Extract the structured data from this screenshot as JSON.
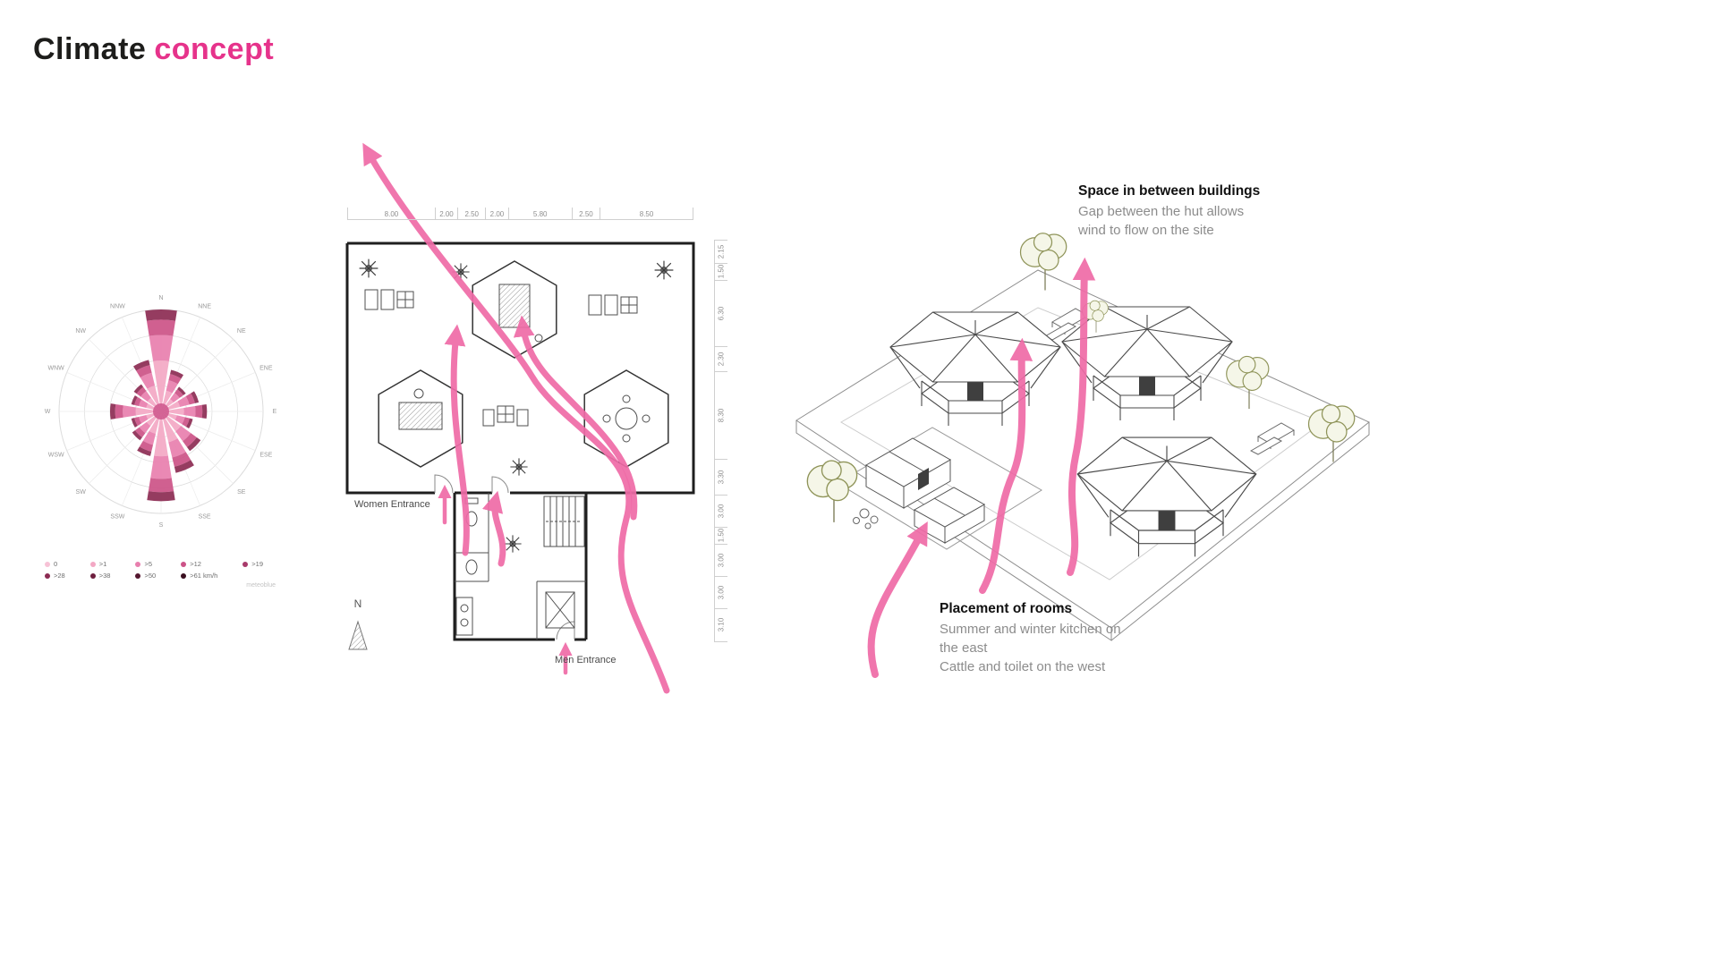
{
  "title": {
    "text_dark": "Climate",
    "text_accent": "concept"
  },
  "colors": {
    "title_pink": "#e6338b",
    "arrow_pink": "#ef6ba7",
    "petal_center": "#cf5a8e",
    "tree_olive": "#8f9459"
  },
  "wind_rose": {
    "directions": [
      "N",
      "NNE",
      "NE",
      "ENE",
      "E",
      "ESE",
      "SE",
      "SSE",
      "S",
      "SSW",
      "SW",
      "WSW",
      "W",
      "WNW",
      "NW",
      "NNW"
    ],
    "magnitudes": [
      1.0,
      0.42,
      0.3,
      0.38,
      0.45,
      0.32,
      0.48,
      0.62,
      0.88,
      0.45,
      0.35,
      0.3,
      0.5,
      0.3,
      0.33,
      0.52
    ],
    "petal_bands": [
      {
        "from": 0,
        "to": 0.5,
        "color": "#f3a8c4"
      },
      {
        "from": 0.5,
        "to": 0.75,
        "color": "#e87fae"
      },
      {
        "from": 0.75,
        "to": 0.9,
        "color": "#cc5287"
      },
      {
        "from": 0.9,
        "to": 1,
        "color": "#8c2b52"
      }
    ],
    "legend": [
      {
        "label": "0",
        "color": "#f7c2d6"
      },
      {
        "label": ">1",
        "color": "#f3a8c4"
      },
      {
        "label": ">5",
        "color": "#e87fae"
      },
      {
        "label": ">12",
        "color": "#cc5287"
      },
      {
        "label": ">19",
        "color": "#a83a6b"
      },
      {
        "label": ">28",
        "color": "#8c2b52"
      },
      {
        "label": ">38",
        "color": "#6e1f3e"
      },
      {
        "label": ">50",
        "color": "#54172f"
      },
      {
        "label": ">61 km/h",
        "color": "#3a0f20"
      }
    ],
    "credit": "meteoblue"
  },
  "floor_plan": {
    "top_dimensions": [
      "8.00",
      "2.00",
      "2.50",
      "2.00",
      "5.80",
      "2.50",
      "8.50"
    ],
    "right_dimensions": [
      "2.15",
      "1.50",
      "6.30",
      "2.30",
      "8.30",
      "3.30",
      "3.00",
      "1.50",
      "3.00",
      "3.00",
      "3.10"
    ],
    "women_entrance": "Women Entrance",
    "men_entrance": "Men Entrance",
    "north": "N"
  },
  "annotations": {
    "space_between": {
      "title": "Space in between buildings",
      "lines": [
        "Gap between the hut allows",
        "wind to flow on the site"
      ]
    },
    "placement": {
      "title": "Placement of rooms",
      "lines": [
        "Summer and winter kitchen on",
        "the east",
        "Cattle and toilet on the west"
      ]
    }
  }
}
